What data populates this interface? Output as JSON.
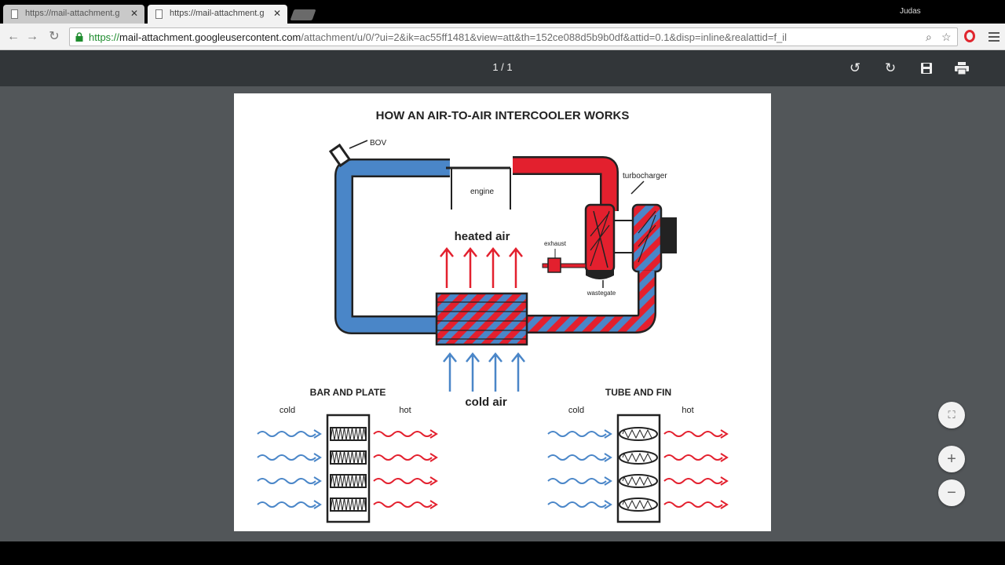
{
  "browser": {
    "tabs": [
      {
        "title": "https://mail-attachment.g"
      },
      {
        "title": "https://mail-attachment.g"
      }
    ],
    "profile_name": "Judas",
    "url": {
      "protocol": "https://",
      "host": "mail-attachment.googleusercontent.com",
      "path": "/attachment/u/0/?ui=2&ik=ac55ff1481&view=att&th=152ce088d5b9b0df&attid=0.1&disp=inline&realattid=f_il"
    }
  },
  "pdf_viewer": {
    "page_indicator": "1 / 1"
  },
  "diagram": {
    "title": "HOW AN AIR-TO-AIR INTERCOOLER WORKS",
    "labels": {
      "bov": "BOV",
      "engine": "engine",
      "turbocharger": "turbocharger",
      "heated_air": "heated air",
      "exhaust": "exhaust",
      "wastegate": "wastegate",
      "cold_air": "cold air"
    },
    "bar_and_plate": {
      "title": "BAR AND PLATE",
      "cold": "cold",
      "hot": "hot"
    },
    "tube_and_fin": {
      "title": "TUBE AND FIN",
      "cold": "cold",
      "hot": "hot"
    },
    "colors": {
      "cold": "#4a86c8",
      "hot": "#e3202e"
    }
  },
  "icons": {
    "back": "back-arrow-icon",
    "forward": "forward-arrow-icon",
    "reload": "reload-icon",
    "lock": "lock-icon",
    "search": "search-icon",
    "star": "star-icon",
    "rotate_ccw": "rotate-counterclockwise-icon",
    "rotate_cw": "rotate-clockwise-icon",
    "save": "save-icon",
    "print": "print-icon",
    "fit": "fit-page-icon",
    "zoom_in": "zoom-in-icon",
    "zoom_out": "zoom-out-icon"
  }
}
